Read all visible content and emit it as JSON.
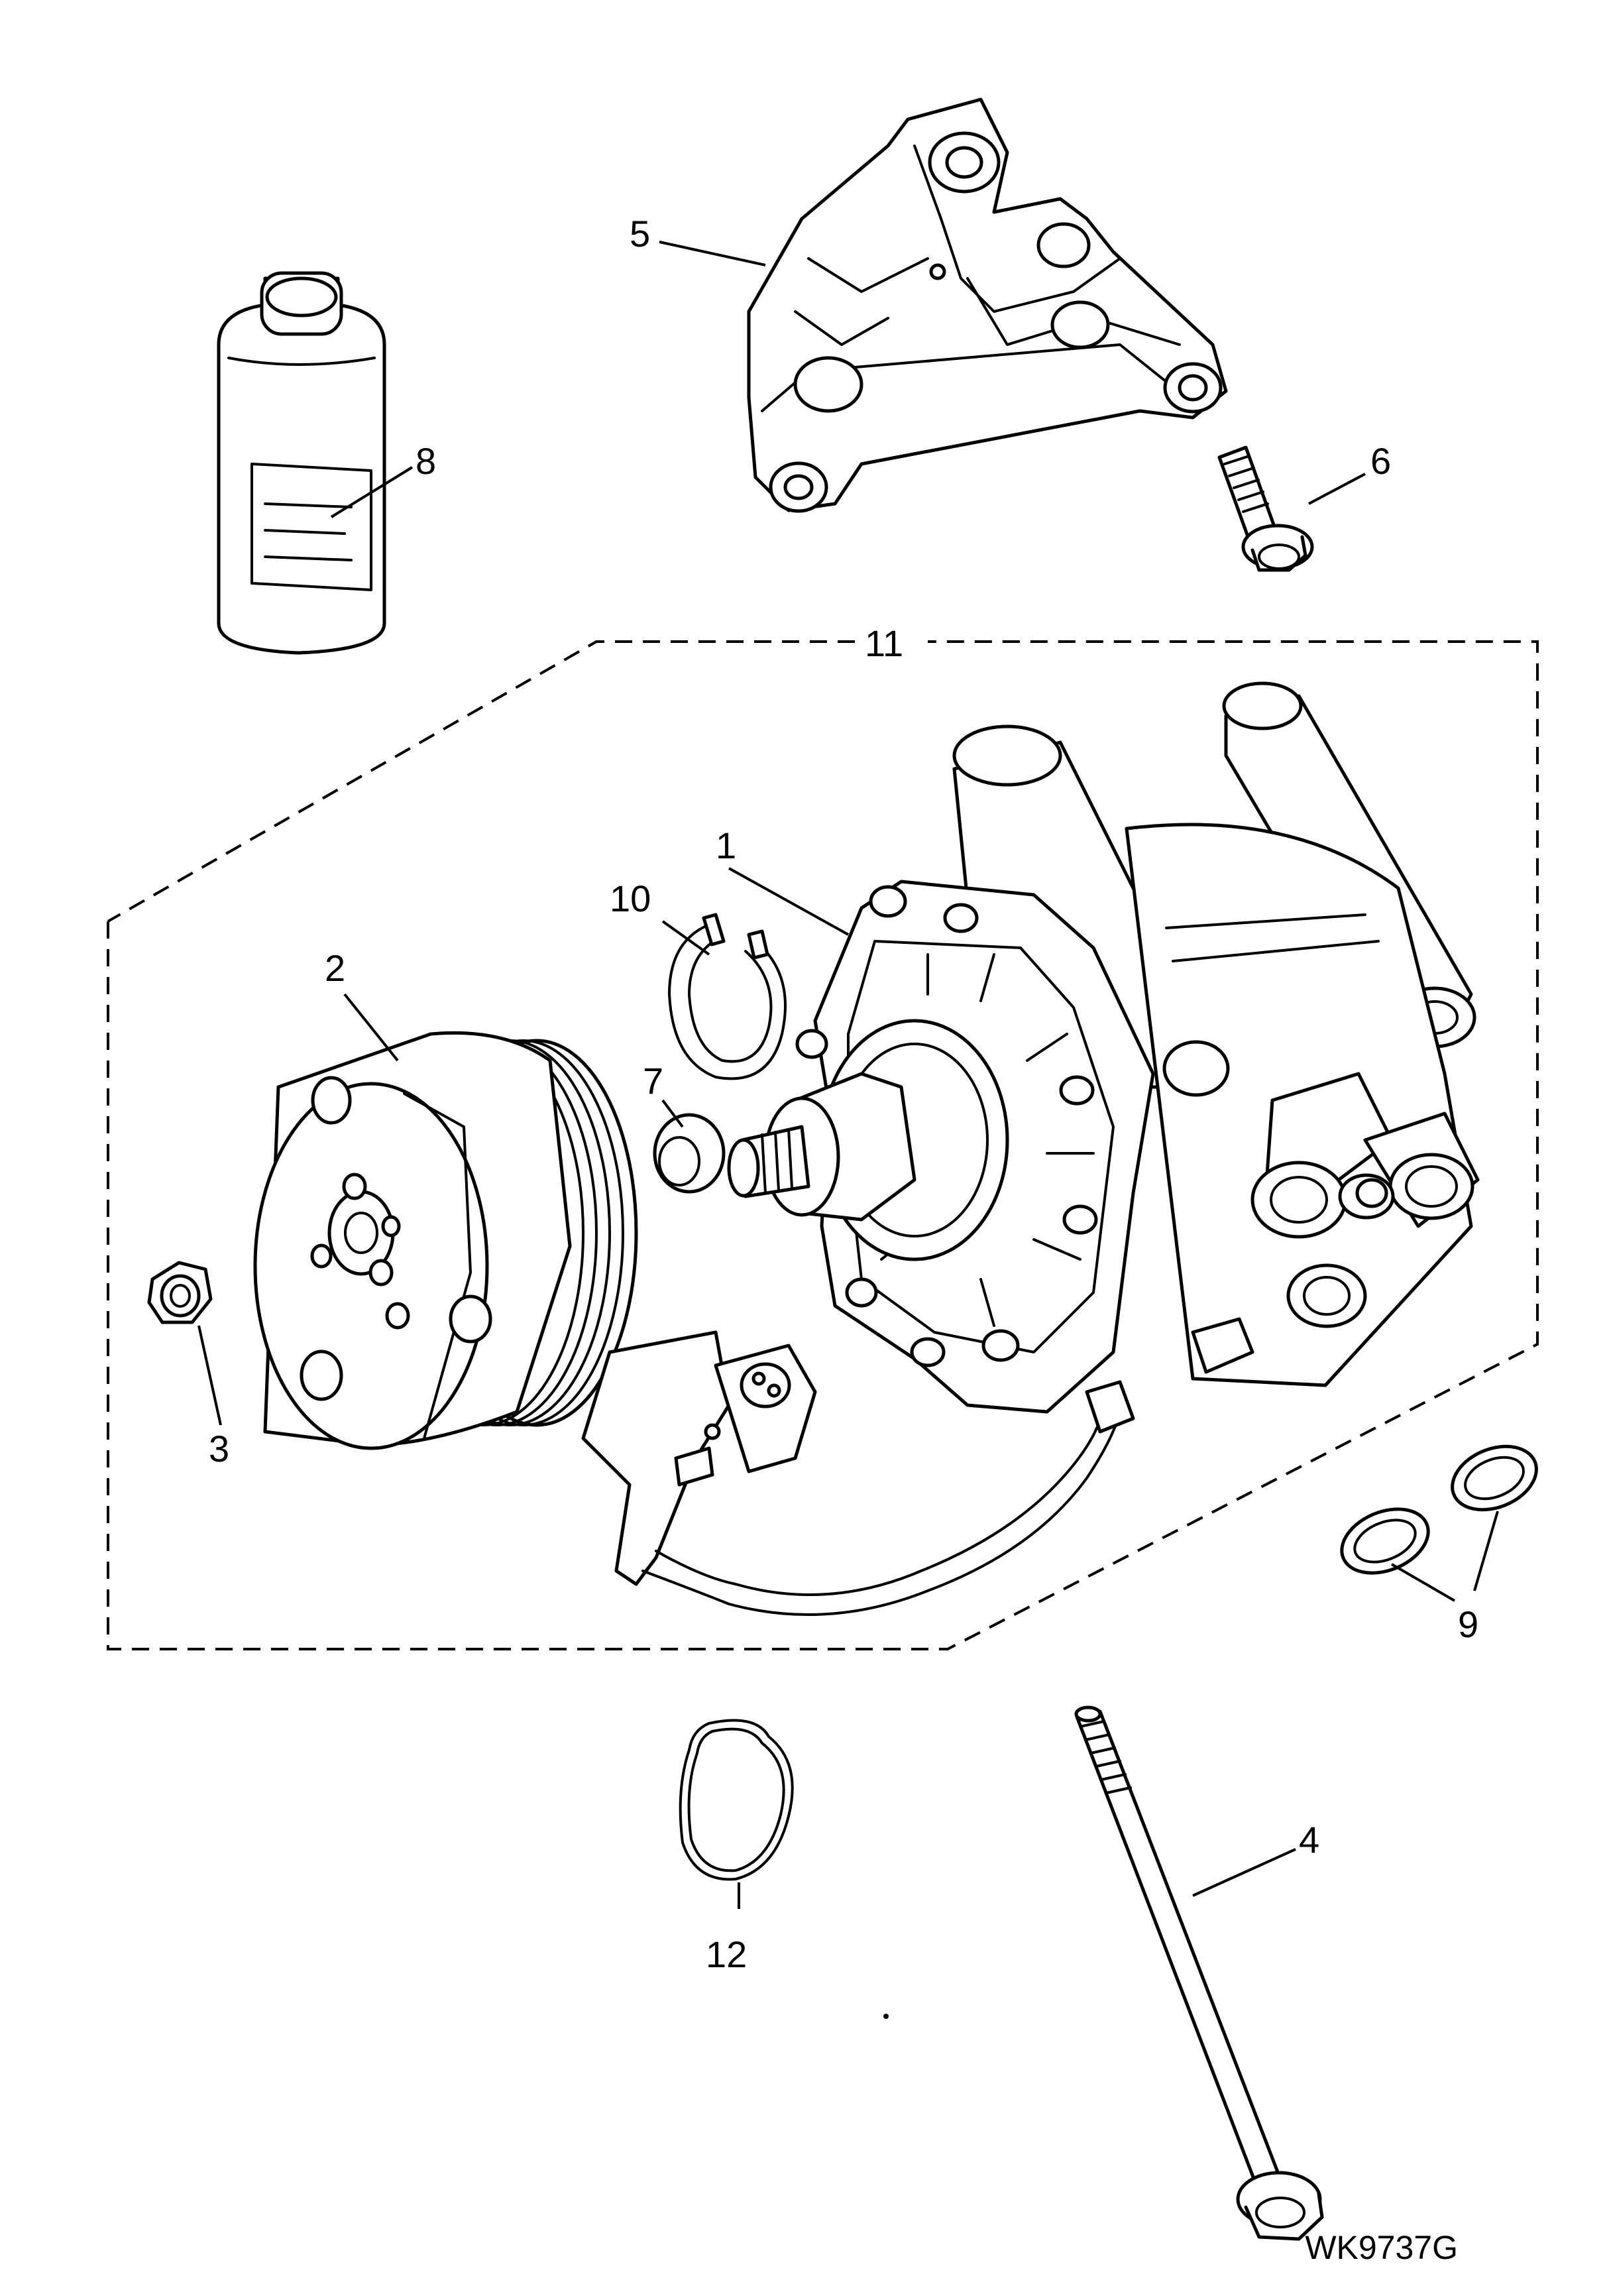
{
  "diagram": {
    "callouts": {
      "c1": "1",
      "c2": "2",
      "c3": "3",
      "c4": "4",
      "c5": "5",
      "c6": "6",
      "c7": "7",
      "c8": "8",
      "c9": "9",
      "c10": "10",
      "c11": "11",
      "c12": "12"
    },
    "reference": "WK9737G"
  }
}
